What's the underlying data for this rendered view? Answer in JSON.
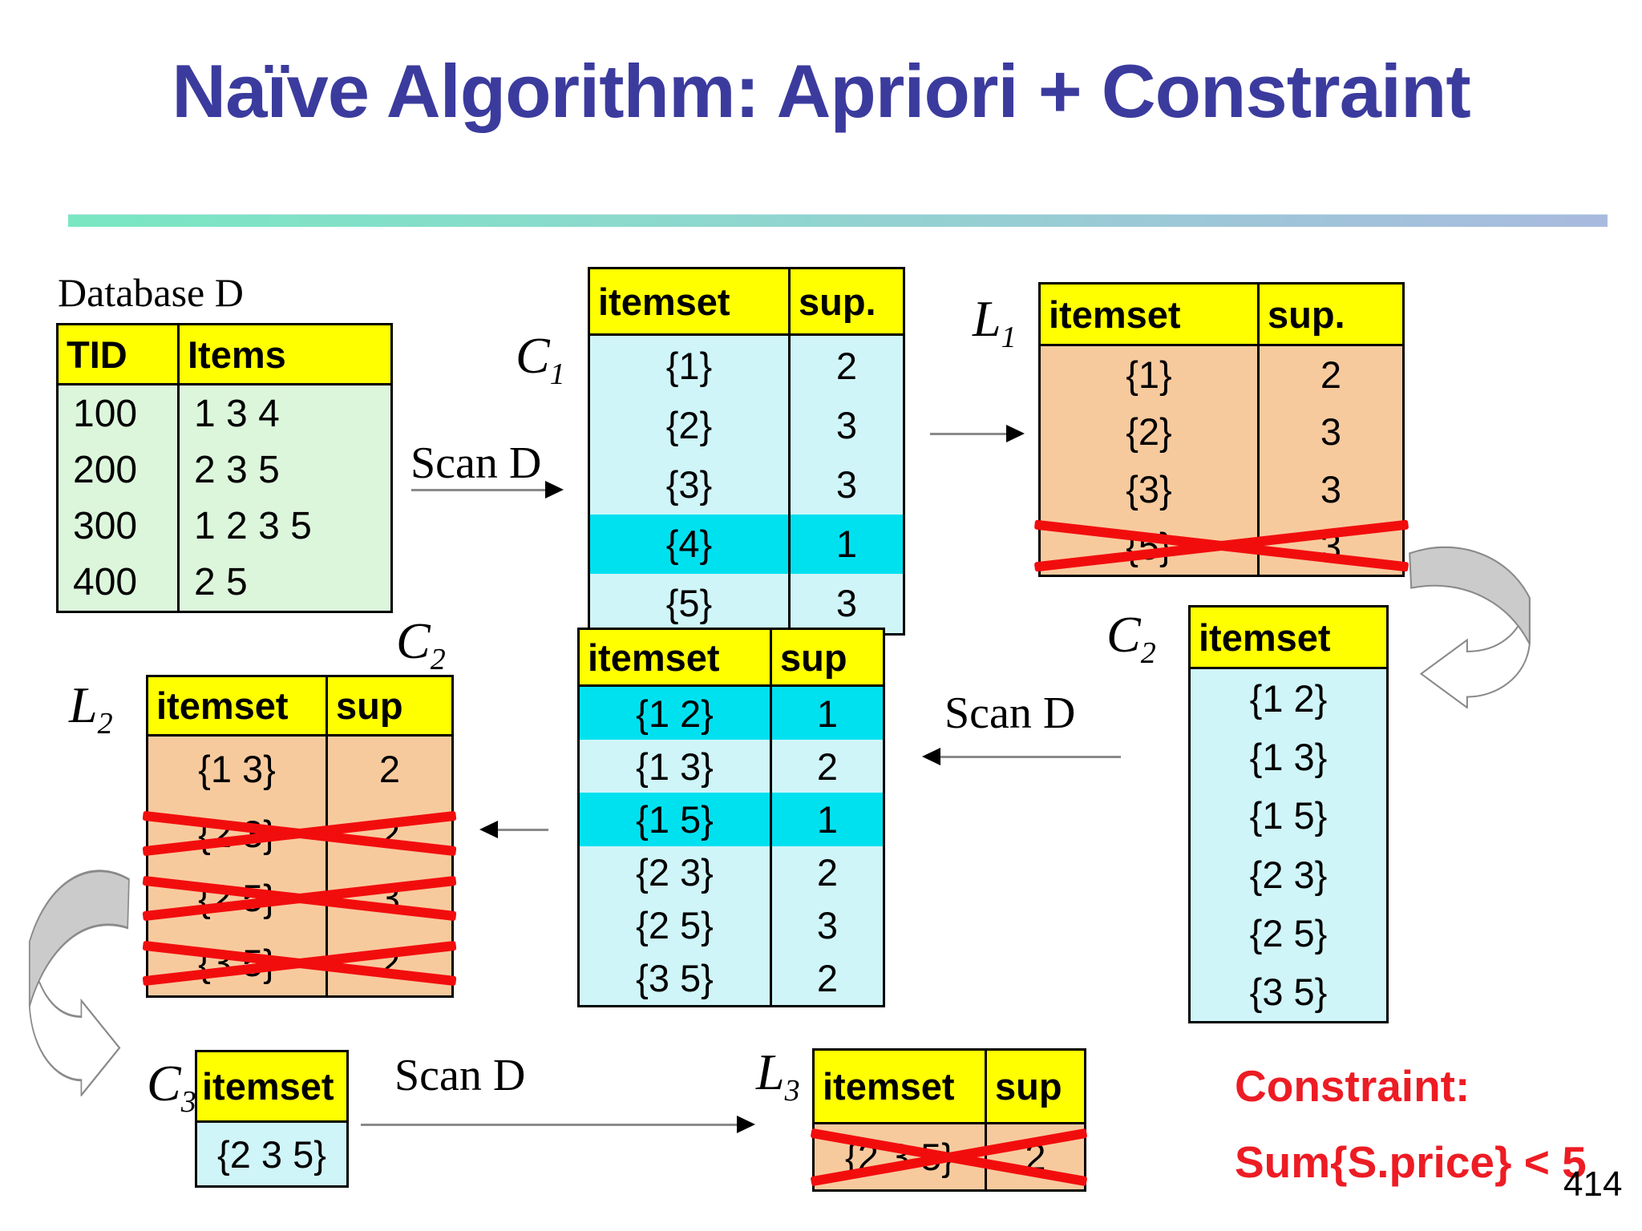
{
  "title": "Naïve Algorithm: Apriori + Constraint",
  "page_number": "414",
  "database_label": "Database D",
  "scan_labels": [
    "Scan D",
    "Scan D",
    "Scan D"
  ],
  "constraint": {
    "line1": "Constraint:",
    "line2": "Sum{S.price} < 5"
  },
  "set_labels": {
    "c1": {
      "base": "C",
      "sub": "1"
    },
    "l1": {
      "base": "L",
      "sub": "1"
    },
    "c2_mid": {
      "base": "C",
      "sub": "2"
    },
    "c2_right": {
      "base": "C",
      "sub": "2"
    },
    "l2": {
      "base": "L",
      "sub": "2"
    },
    "c3": {
      "base": "C",
      "sub": "3"
    },
    "l3": {
      "base": "L",
      "sub": "3"
    }
  },
  "tables": {
    "d": {
      "headers": [
        "TID",
        "Items"
      ],
      "rows": [
        {
          "cells": [
            "100",
            "1 3 4"
          ]
        },
        {
          "cells": [
            "200",
            "2 3 5"
          ]
        },
        {
          "cells": [
            "300",
            "1 2 3 5"
          ]
        },
        {
          "cells": [
            "400",
            "2 5"
          ]
        }
      ]
    },
    "c1": {
      "headers": [
        "itemset",
        "sup."
      ],
      "rows": [
        {
          "cells": [
            "{1}",
            "2"
          ]
        },
        {
          "cells": [
            "{2}",
            "3"
          ]
        },
        {
          "cells": [
            "{3}",
            "3"
          ]
        },
        {
          "cells": [
            "{4}",
            "1"
          ],
          "state": "highlight"
        },
        {
          "cells": [
            "{5}",
            "3"
          ]
        }
      ]
    },
    "l1": {
      "headers": [
        "itemset",
        "sup."
      ],
      "rows": [
        {
          "cells": [
            "{1}",
            "2"
          ]
        },
        {
          "cells": [
            "{2}",
            "3"
          ]
        },
        {
          "cells": [
            "{3}",
            "3"
          ]
        },
        {
          "cells": [
            "{5}",
            "3"
          ],
          "state": "crossed"
        }
      ]
    },
    "c2_right": {
      "headers": [
        "itemset"
      ],
      "rows": [
        {
          "cells": [
            "{1 2}"
          ]
        },
        {
          "cells": [
            "{1 3}"
          ]
        },
        {
          "cells": [
            "{1 5}"
          ]
        },
        {
          "cells": [
            "{2 3}"
          ]
        },
        {
          "cells": [
            "{2 5}"
          ]
        },
        {
          "cells": [
            "{3 5}"
          ]
        }
      ]
    },
    "c2_mid": {
      "headers": [
        "itemset",
        "sup"
      ],
      "rows": [
        {
          "cells": [
            "{1 2}",
            "1"
          ],
          "state": "highlight"
        },
        {
          "cells": [
            "{1 3}",
            "2"
          ]
        },
        {
          "cells": [
            "{1 5}",
            "1"
          ],
          "state": "highlight"
        },
        {
          "cells": [
            "{2 3}",
            "2"
          ]
        },
        {
          "cells": [
            "{2 5}",
            "3"
          ]
        },
        {
          "cells": [
            "{3 5}",
            "2"
          ]
        }
      ]
    },
    "l2": {
      "headers": [
        "itemset",
        "sup"
      ],
      "rows": [
        {
          "cells": [
            "{1 3}",
            "2"
          ]
        },
        {
          "cells": [
            "{2 3}",
            "2"
          ],
          "state": "crossed"
        },
        {
          "cells": [
            "{2 5}",
            "3"
          ],
          "state": "crossed"
        },
        {
          "cells": [
            "{3 5}",
            "2"
          ],
          "state": "crossed"
        }
      ]
    },
    "c3": {
      "headers": [
        "itemset"
      ],
      "rows": [
        {
          "cells": [
            "{2 3 5}"
          ]
        }
      ]
    },
    "l3": {
      "headers": [
        "itemset",
        "sup"
      ],
      "rows": [
        {
          "cells": [
            "{2 3 5}",
            "2"
          ],
          "state": "crossed"
        }
      ]
    }
  },
  "colors": {
    "title_text": "#3B3B9E",
    "rule_gradient_left": "#79E7C2",
    "rule_gradient_right": "#A9BADF",
    "table_header_bg": "#FFFF00",
    "database_body_bg": "#DCF6DC",
    "candidate_body_bg": "#CFF5F9",
    "candidate_highlight_bg": "#00E1F0",
    "frequent_body_bg": "#F7CA9E",
    "cross_red": "#F20D0D",
    "constraint_red": "#ED1C24",
    "curved_arrow_gray": "#CBCBCB"
  }
}
